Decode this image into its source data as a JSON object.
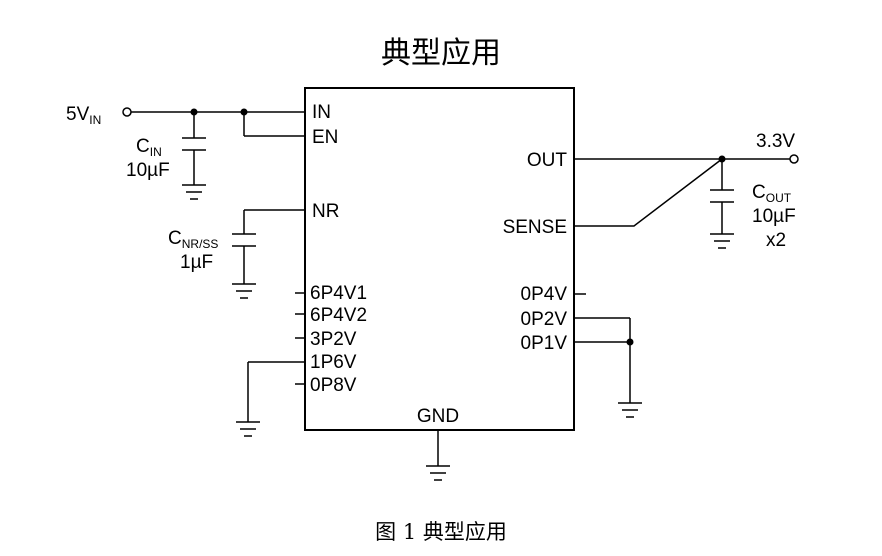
{
  "title": "典型应用",
  "caption": "图 1 典型应用",
  "input": {
    "voltage": "5V",
    "subscript": "IN"
  },
  "output": {
    "voltage": "3.3V"
  },
  "cin": {
    "name": "C",
    "subscript": "IN",
    "value": "10µF"
  },
  "cnr": {
    "name": "C",
    "subscript": "NR/SS",
    "value": "1µF"
  },
  "cout": {
    "name": "C",
    "subscript": "OUT",
    "value": "10µF",
    "qty": "x2"
  },
  "pins": {
    "in": "IN",
    "en": "EN",
    "nr": "NR",
    "p6p4v1": "6P4V1",
    "p6p4v2": "6P4V2",
    "p3p2v": "3P2V",
    "p1p6v": "1P6V",
    "p0p8v": "0P8V",
    "out": "OUT",
    "sense": "SENSE",
    "p0p4v": "0P4V",
    "p0p2v": "0P2V",
    "p0p1v": "0P1V",
    "gnd": "GND"
  }
}
